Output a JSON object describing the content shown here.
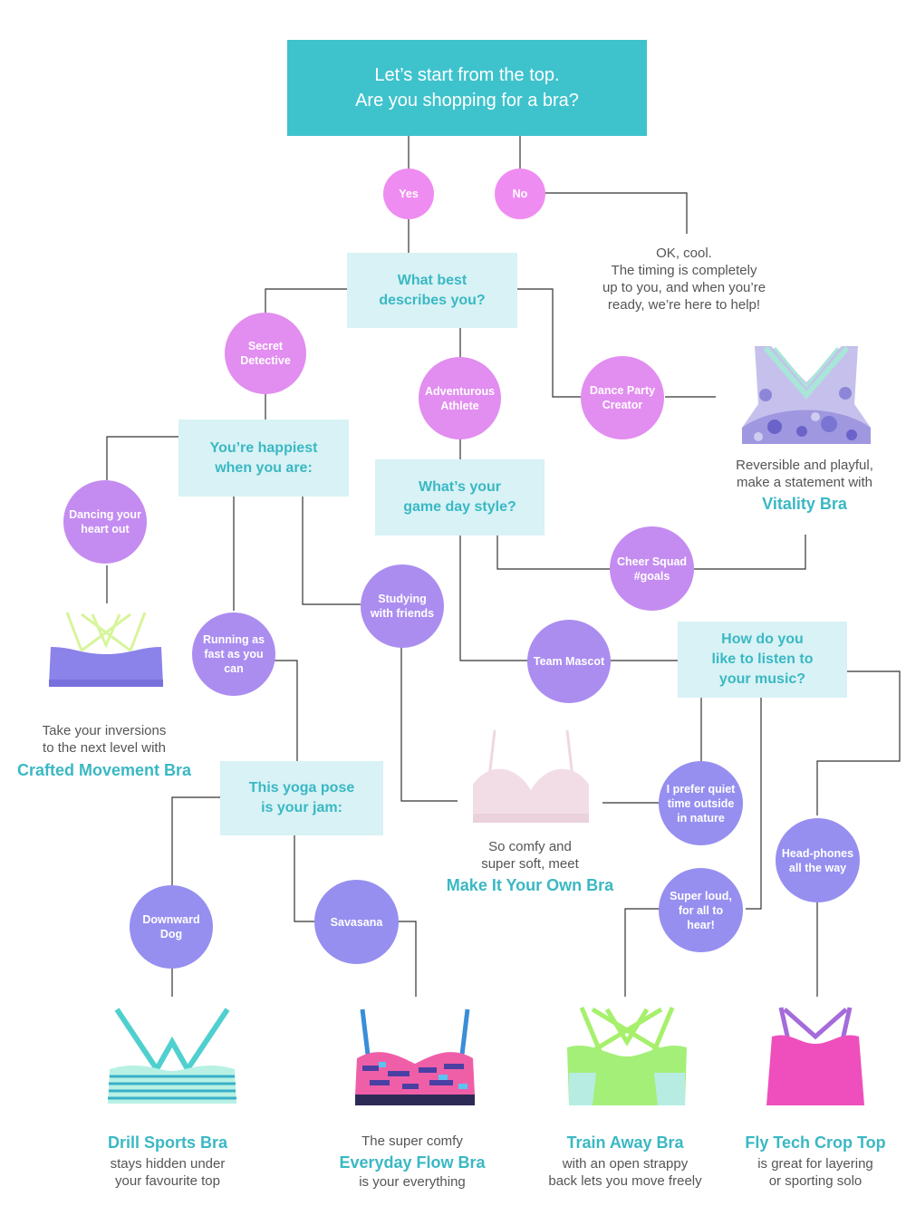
{
  "top_box": {
    "line1": "Let’s start from the top.",
    "line2": "Are you shopping for a bra?"
  },
  "circles": {
    "yes": "Yes",
    "no": "No",
    "secret_detective": "Secret Detective",
    "adventurous_athlete": "Adventurous Athlete",
    "dance_party_creator": "Dance Party Creator",
    "dancing": "Dancing your heart out",
    "running": "Running as fast as you can",
    "studying": "Studying with friends",
    "cheer_squad": "Cheer Squad #goals",
    "team_mascot": "Team Mascot",
    "quiet_time": "I prefer quiet time outside in nature",
    "downward_dog": "Downward Dog",
    "savasana": "Savasana",
    "super_loud": "Super loud, for all to hear!",
    "headphones": "Head-phones all the way"
  },
  "questions": {
    "describes": {
      "line1": "What best",
      "line2": "describes you?"
    },
    "happiest": {
      "line1": "You’re happiest",
      "line2": "when you are:"
    },
    "game_day": {
      "line1": "What’s your",
      "line2": "game day style?"
    },
    "music": {
      "line1": "How do you",
      "line2": "like to listen to",
      "line3": "your music?"
    },
    "yoga": {
      "line1": "This yoga pose",
      "line2": "is your jam:"
    }
  },
  "no_message": {
    "line1": "OK, cool.",
    "line2": "The timing is completely",
    "line3": "up to you, and when you’re",
    "line4": "ready, we’re here to help!"
  },
  "products": {
    "vitality": {
      "desc1": "Reversible and playful,",
      "desc2": "make a statement with",
      "name": "Vitality Bra"
    },
    "crafted": {
      "desc1": "Take your inversions",
      "desc2": "to the next level with",
      "name": "Crafted Movement Bra"
    },
    "make_own": {
      "desc1": "So comfy and",
      "desc2": "super soft, meet",
      "name": "Make It Your Own Bra"
    },
    "drill": {
      "name": "Drill Sports Bra",
      "desc1": "stays hidden under",
      "desc2": "your favourite top"
    },
    "everyday": {
      "desc1": "The super comfy",
      "name": "Everyday Flow Bra",
      "desc2": "is your everything"
    },
    "train_away": {
      "name": "Train Away Bra",
      "desc1": "with an open strappy",
      "desc2": "back lets you move freely"
    },
    "fly_tech": {
      "name": "Fly Tech Crop Top",
      "desc1": "is great for layering",
      "desc2": "or sporting solo"
    }
  },
  "colors": {
    "teal": "#3ec3cd",
    "light_teal": "#d8f2f5",
    "title_text": "#3ab8c4",
    "line": "#333333"
  }
}
